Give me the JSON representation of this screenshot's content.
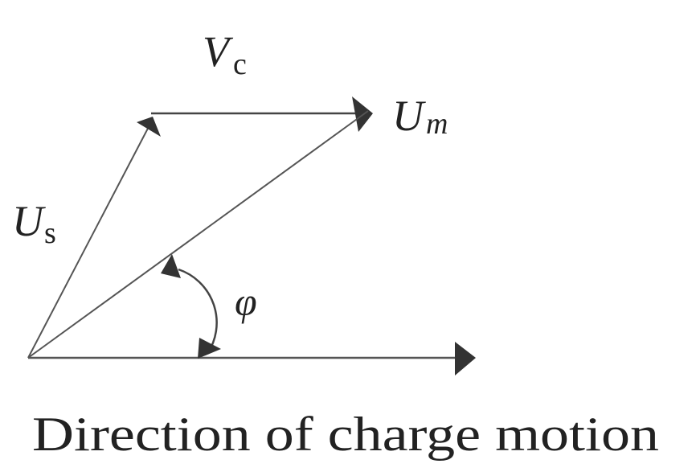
{
  "labels": {
    "vc_main": "V",
    "vc_sub": "c",
    "um_main": "U",
    "um_sub": "m",
    "us_main": "U",
    "us_sub": "s",
    "angle": "φ",
    "caption": "Direction of charge motion"
  },
  "colors": {
    "line": "#555555",
    "arrowhead": "#333333",
    "text": "#222222"
  }
}
